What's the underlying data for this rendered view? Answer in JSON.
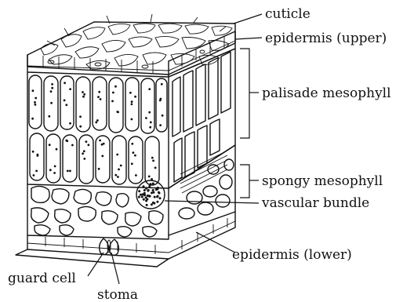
{
  "figure": {
    "labels": {
      "cuticle": "cuticle",
      "epidermis_upper": "epidermis (upper)",
      "palisade_mesophyll": "palisade mesophyll",
      "spongy_mesophyll": "spongy mesophyll",
      "vascular_bundle": "vascular bundle",
      "epidermis_lower": "epidermis (lower)",
      "guard_cell": "guard cell",
      "stoma": "stoma"
    },
    "ink_color": "#111111",
    "background_color": "#ffffff"
  }
}
